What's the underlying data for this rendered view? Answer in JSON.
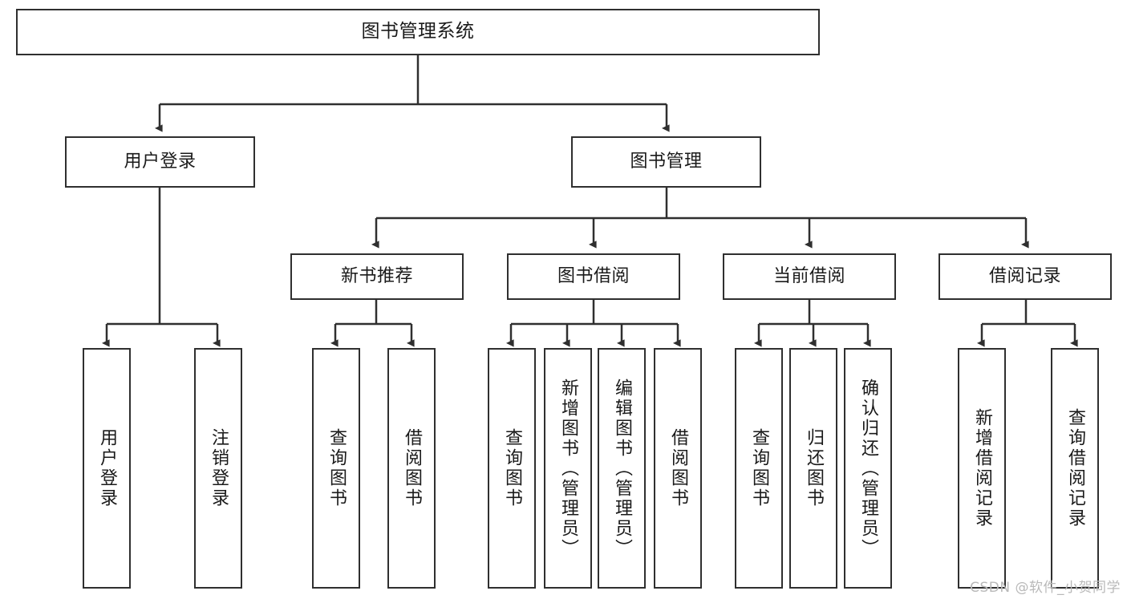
{
  "diagram": {
    "title": "图书管理系统",
    "type": "hierarchy-tree",
    "watermark": "CSDN @软件_小贺同学",
    "colors": {
      "border": "#2f2f2f",
      "background": "#ffffff",
      "text": "#1a1a1a",
      "edge": "#2f2f2f",
      "watermark": "#b9b9b9"
    },
    "nodes": {
      "root": {
        "label": "图书管理系统"
      },
      "level2": [
        {
          "id": "user-login",
          "label": "用户登录"
        },
        {
          "id": "book-management",
          "label": "图书管理"
        }
      ],
      "level3": [
        {
          "id": "new-book-recommend",
          "label": "新书推荐"
        },
        {
          "id": "book-borrow",
          "label": "图书借阅"
        },
        {
          "id": "current-borrow",
          "label": "当前借阅"
        },
        {
          "id": "borrow-record",
          "label": "借阅记录"
        }
      ],
      "leaves": [
        {
          "id": "leaf-user-login",
          "label": "用户登录",
          "parent": "user-login"
        },
        {
          "id": "leaf-logout",
          "label": "注销登录",
          "parent": "user-login"
        },
        {
          "id": "leaf-query-book-1",
          "label": "查询图书",
          "parent": "new-book-recommend"
        },
        {
          "id": "leaf-borrow-book-1",
          "label": "借阅图书",
          "parent": "new-book-recommend"
        },
        {
          "id": "leaf-query-book-2",
          "label": "查询图书",
          "parent": "book-borrow"
        },
        {
          "id": "leaf-add-book",
          "label": "新增图书（管理员）",
          "parent": "book-borrow"
        },
        {
          "id": "leaf-edit-book",
          "label": "编辑图书（管理员）",
          "parent": "book-borrow"
        },
        {
          "id": "leaf-borrow-book-2",
          "label": "借阅图书",
          "parent": "book-borrow"
        },
        {
          "id": "leaf-query-book-3",
          "label": "查询图书",
          "parent": "current-borrow"
        },
        {
          "id": "leaf-return-book",
          "label": "归还图书",
          "parent": "current-borrow"
        },
        {
          "id": "leaf-confirm-return",
          "label": "确认归还（管理员）",
          "parent": "current-borrow"
        },
        {
          "id": "leaf-add-record",
          "label": "新增借阅记录",
          "parent": "borrow-record"
        },
        {
          "id": "leaf-query-record",
          "label": "查询借阅记录",
          "parent": "borrow-record"
        }
      ]
    }
  }
}
